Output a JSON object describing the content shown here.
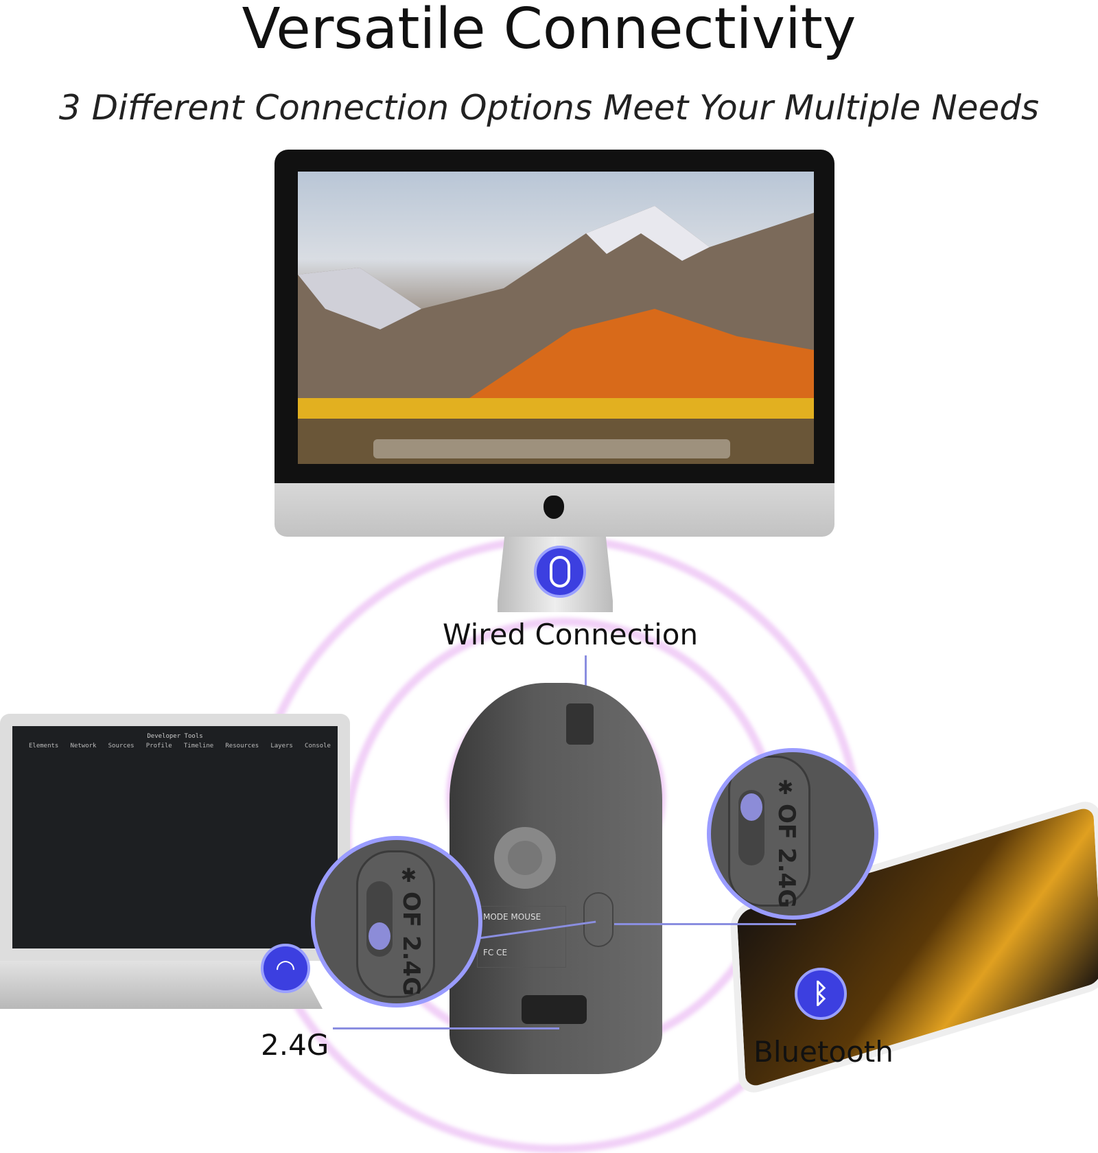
{
  "header": {
    "title": "Versatile Connectivity",
    "subtitle": "3 Different Connection Options Meet Your Multiple Needs"
  },
  "connections": [
    {
      "label": "Wired Connection",
      "icon": "mouse-icon"
    },
    {
      "label": "2.4G",
      "icon": "wifi-icon"
    },
    {
      "label": "Bluetooth",
      "icon": "bluetooth-icon"
    }
  ],
  "mouse": {
    "switch_text": "OF 2.4G",
    "bluetooth_symbol": "✱",
    "panel_text": "MODE MOUSE",
    "cert_text": "FC CE"
  },
  "laptop": {
    "window_title": "Developer Tools",
    "tabs": [
      "Elements",
      "Network",
      "Sources",
      "Profile",
      "Timeline",
      "Resources",
      "Layers",
      "Console"
    ]
  },
  "colors": {
    "accent": "#3c3fe0",
    "glow": "#e6aaf0",
    "zoom_border": "#9a9cff"
  }
}
